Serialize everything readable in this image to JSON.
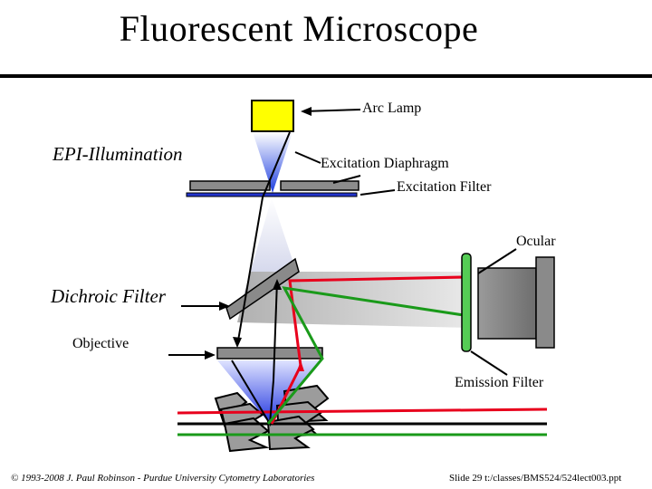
{
  "title": "Fluorescent  Microscope",
  "labels": {
    "arc_lamp": "Arc Lamp",
    "epi_illumination": "EPI-Illumination",
    "excitation_diaphragm": "Excitation Diaphragm",
    "excitation_filter": "Excitation Filter",
    "ocular": "Ocular",
    "dichroic_filter": "Dichroic Filter",
    "objective": "Objective",
    "emission_filter": "Emission Filter"
  },
  "footer": {
    "copyright": "© 1993-2008 J. Paul Robinson - Purdue University Cytometry Laboratories",
    "slide": "Slide 29  t:/classes/BMS524/524lect003.ppt"
  },
  "colors": {
    "lamp": "#ffff00",
    "excitation_light": "#2233cc",
    "emission_red": "#e8001c",
    "emission_green": "#1a9a1a",
    "emission_filter": "#55cc55",
    "ocular_body": "#808080"
  }
}
